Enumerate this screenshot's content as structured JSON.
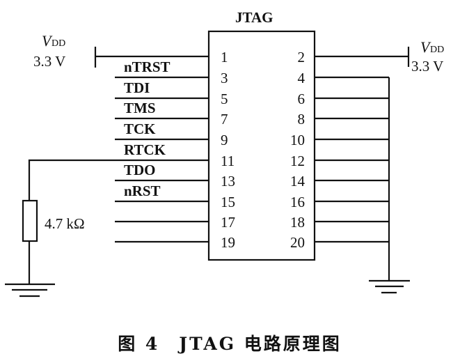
{
  "connector": {
    "title": "JTAG",
    "left_pins": [
      "1",
      "3",
      "5",
      "7",
      "9",
      "11",
      "13",
      "15",
      "17",
      "19"
    ],
    "right_pins": [
      "2",
      "4",
      "6",
      "8",
      "10",
      "12",
      "14",
      "16",
      "18",
      "20"
    ]
  },
  "signals": [
    "nTRST",
    "TDI",
    "TMS",
    "TCK",
    "RTCK",
    "TDO",
    "nRST"
  ],
  "vdd_left": {
    "symbol": "V",
    "subscript": "DD",
    "voltage": "3.3 V"
  },
  "vdd_right": {
    "symbol": "V",
    "subscript": "DD",
    "voltage": "3.3 V"
  },
  "resistor": {
    "value": "4.7 kΩ"
  },
  "caption": "图 4　JTAG 电路原理图"
}
